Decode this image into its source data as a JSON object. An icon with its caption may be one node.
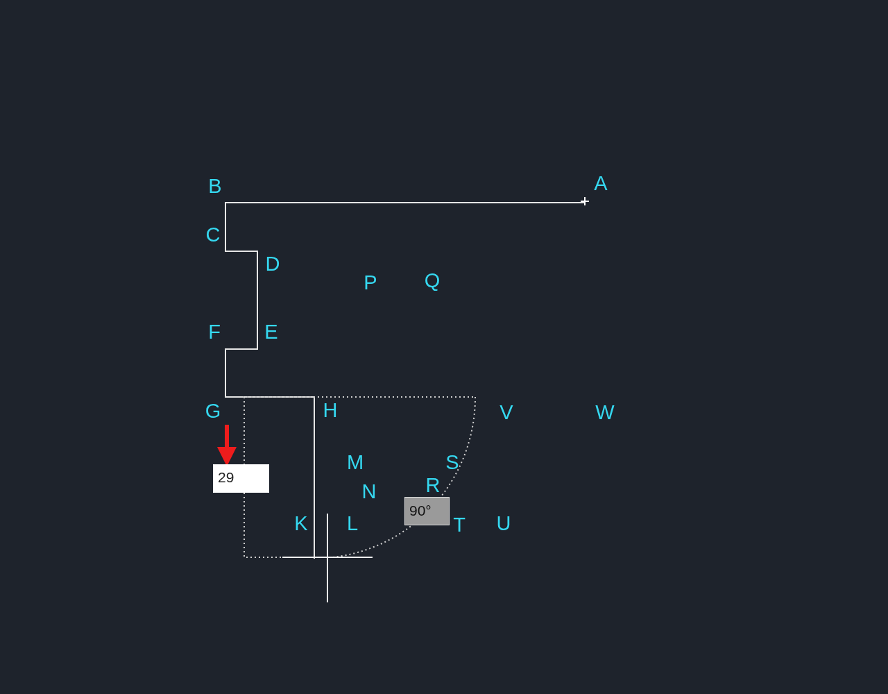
{
  "diagram": {
    "labels": [
      "B",
      "A",
      "C",
      "D",
      "P",
      "Q",
      "F",
      "E",
      "G",
      "H",
      "V",
      "W",
      "M",
      "S",
      "N",
      "R",
      "K",
      "L",
      "T",
      "U",
      "29",
      "90°"
    ]
  }
}
